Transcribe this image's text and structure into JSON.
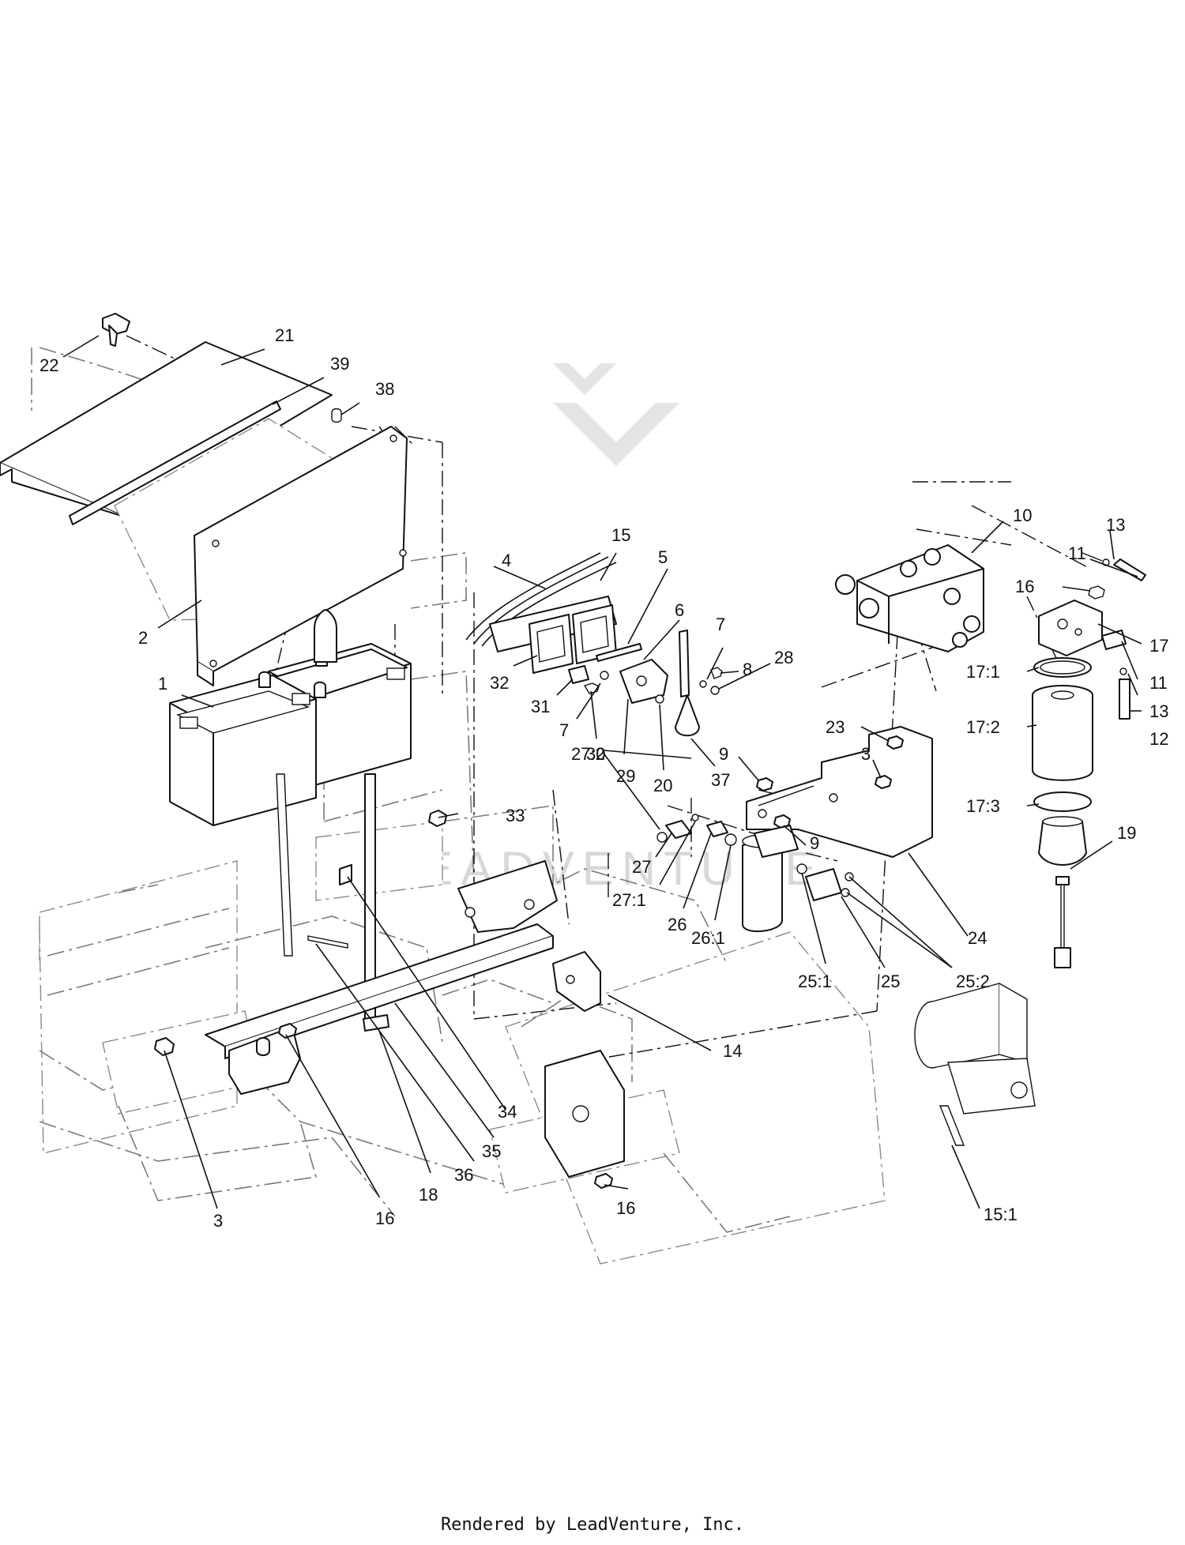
{
  "diagram": {
    "watermark": "LEADVENTURE",
    "footer": "Rendered by LeadVenture, Inc.",
    "callouts": {
      "c1": "1",
      "c2": "2",
      "c3a": "3",
      "c3b": "3",
      "c4": "4",
      "c5": "5",
      "c6": "6",
      "c7a": "7",
      "c7b": "7",
      "c8": "8",
      "c9a": "9",
      "c9b": "9",
      "c10": "10",
      "c11a": "11",
      "c11b": "11",
      "c12": "12",
      "c13a": "13",
      "c13b": "13",
      "c14": "14",
      "c15": "15",
      "c15_1": "15:1",
      "c16a": "16",
      "c16b": "16",
      "c16c": "16",
      "c17": "17",
      "c17_1": "17:1",
      "c17_2": "17:2",
      "c17_3": "17:3",
      "c18": "18",
      "c19": "19",
      "c20": "20",
      "c21": "21",
      "c22": "22",
      "c23": "23",
      "c24": "24",
      "c25": "25",
      "c25_1": "25:1",
      "c25_2": "25:2",
      "c26": "26",
      "c26_1": "26:1",
      "c27": "27",
      "c27_1": "27:1",
      "c27_2": "27:2",
      "c28": "28",
      "c29": "29",
      "c30": "30",
      "c31": "31",
      "c32": "32",
      "c33": "33",
      "c34": "34",
      "c35": "35",
      "c36": "36",
      "c37": "37",
      "c38": "38",
      "c39": "39"
    }
  }
}
